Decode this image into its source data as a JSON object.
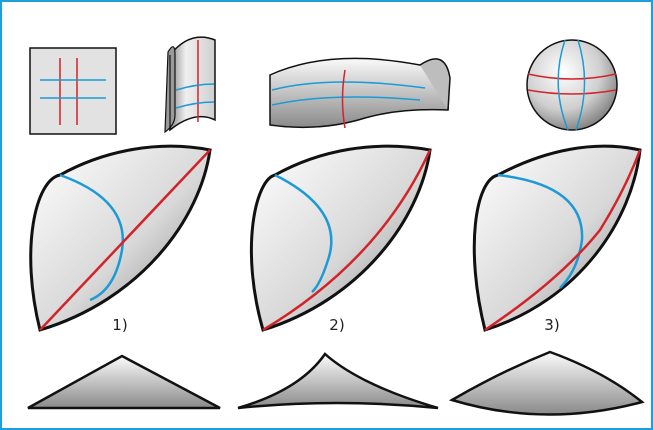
{
  "labels": {
    "case1": "1)",
    "case2": "2)",
    "case3": "3)"
  },
  "colors": {
    "border": "#1e9fd8",
    "red_line": "#d2232a",
    "blue_line": "#1c9ad6",
    "outline": "#111111"
  }
}
